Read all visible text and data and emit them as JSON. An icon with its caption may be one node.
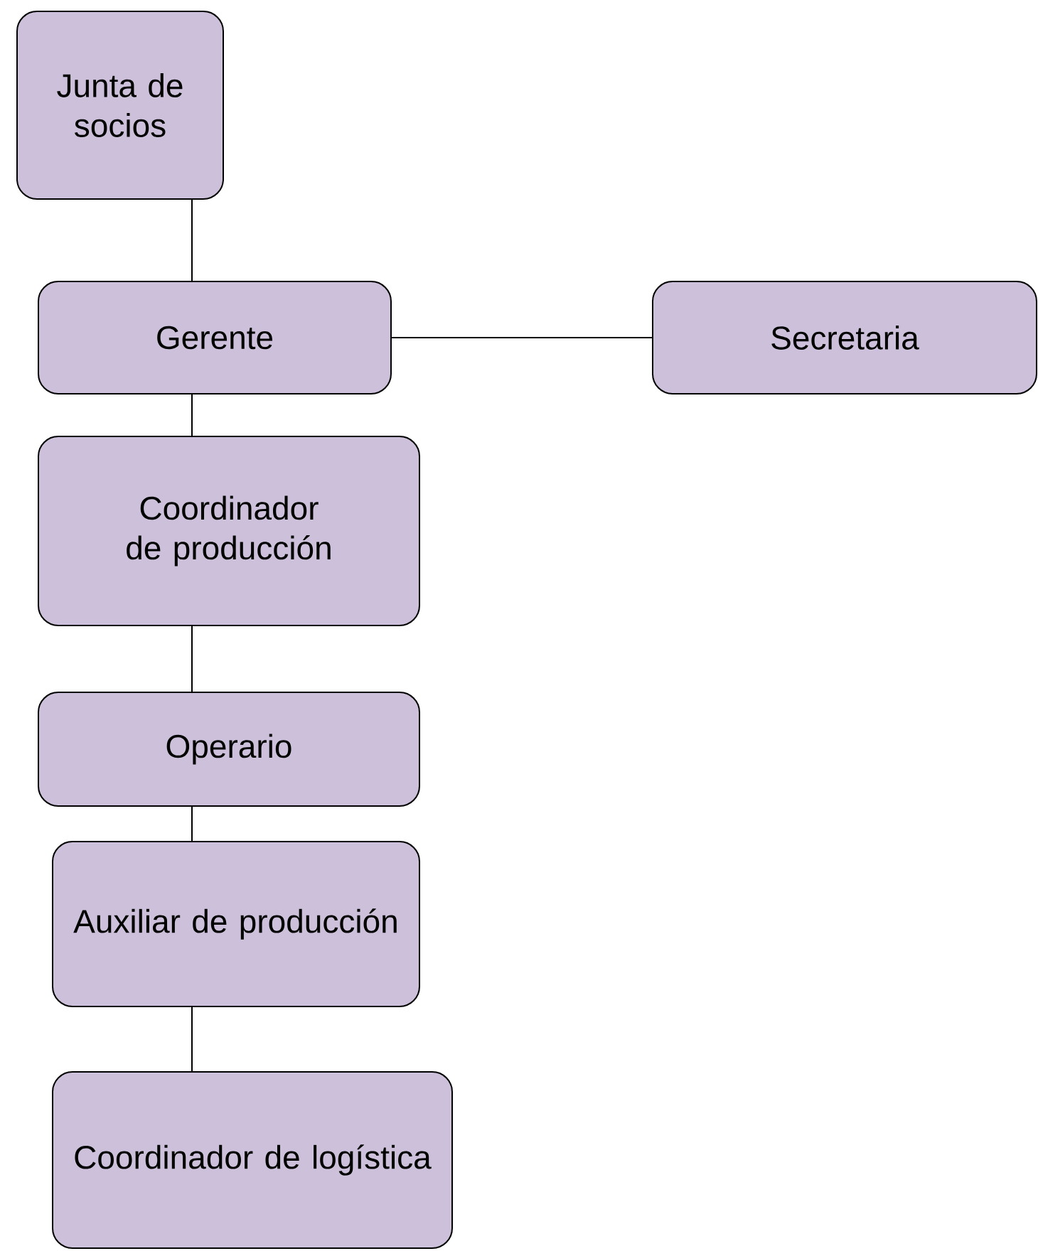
{
  "diagram": {
    "nodes": [
      {
        "text": [
          "Junta de socios"
        ]
      },
      {
        "text": [
          "Gerente"
        ]
      },
      {
        "text": [
          "Secretaria"
        ]
      },
      {
        "text": [
          "Coordinador de producción"
        ]
      },
      {
        "text": [
          "Operario"
        ]
      },
      {
        "text": [
          "Auxiliar de producción"
        ]
      },
      {
        "text": [
          "Coordinador de logística"
        ]
      }
    ],
    "edges": [
      {
        "from": 0,
        "to": 1,
        "arrow": "none"
      },
      {
        "from": 1,
        "to": 2,
        "arrow": "none"
      },
      {
        "from": 1,
        "to": 3,
        "arrow": "none"
      },
      {
        "from": 3,
        "to": 4,
        "arrow": "none"
      },
      {
        "from": 4,
        "to": 5,
        "arrow": "none"
      },
      {
        "from": 5,
        "to": 6,
        "arrow": "none"
      }
    ]
  }
}
